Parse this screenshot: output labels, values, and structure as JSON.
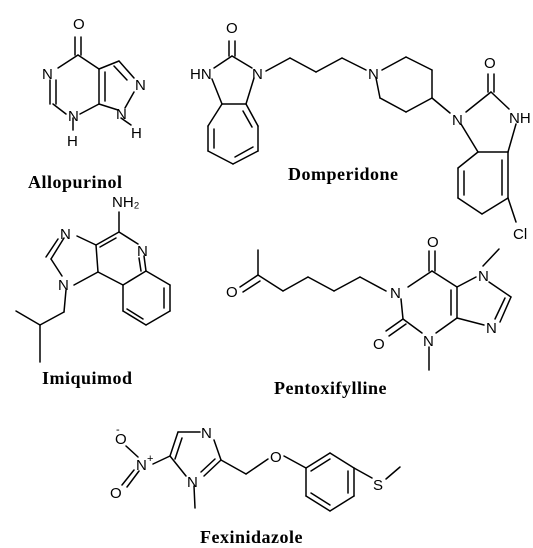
{
  "figure": {
    "compounds": [
      {
        "name": "Allopurinol",
        "atoms": [
          "O",
          "N",
          "N",
          "N",
          "N",
          "H",
          "H"
        ]
      },
      {
        "name": "Domperidone",
        "atoms": [
          "O",
          "HN",
          "N",
          "N",
          "N",
          "O",
          "NH",
          "Cl"
        ]
      },
      {
        "name": "Imiquimod",
        "atoms": [
          "NH₂",
          "N",
          "N",
          "N"
        ]
      },
      {
        "name": "Pentoxifylline",
        "atoms": [
          "O",
          "O",
          "N",
          "N",
          "O",
          "N",
          "N"
        ]
      },
      {
        "name": "Fexinidazole",
        "atoms": [
          "O",
          "-",
          "N",
          "+",
          "O",
          "N",
          "N",
          "S"
        ]
      }
    ]
  }
}
